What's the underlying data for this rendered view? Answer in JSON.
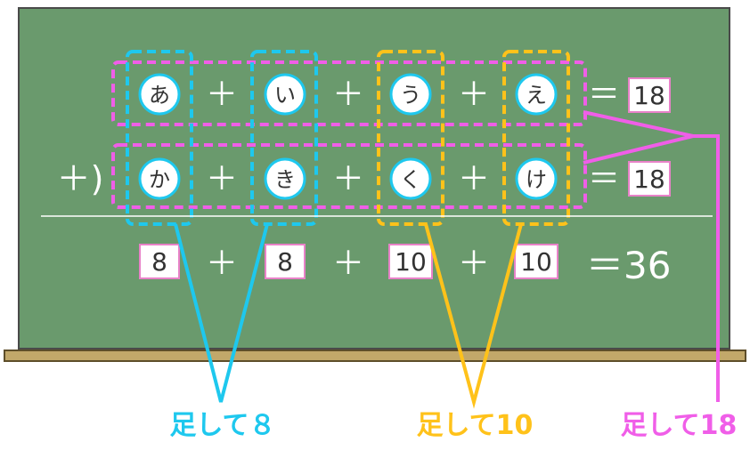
{
  "row1": {
    "circles": [
      "あ",
      "い",
      "う",
      "え"
    ],
    "op": "＋",
    "eq": "＝",
    "result": "18"
  },
  "row2": {
    "prefix": "＋)",
    "circles": [
      "か",
      "き",
      "く",
      "け"
    ],
    "op": "＋",
    "eq": "＝",
    "result": "18"
  },
  "row3": {
    "boxes": [
      "8",
      "8",
      "10",
      "10"
    ],
    "op": "＋",
    "eq": "＝36"
  },
  "labels": {
    "blue": "足して８",
    "orange": "足して10",
    "pink": "足して18"
  },
  "colors": {
    "board": "#6a9a6d",
    "blue": "#1ec8ee",
    "orange": "#ffc21a",
    "pink": "#f05ee8",
    "circle_border": "#1ec8ee",
    "box_border": "#e882c8"
  }
}
